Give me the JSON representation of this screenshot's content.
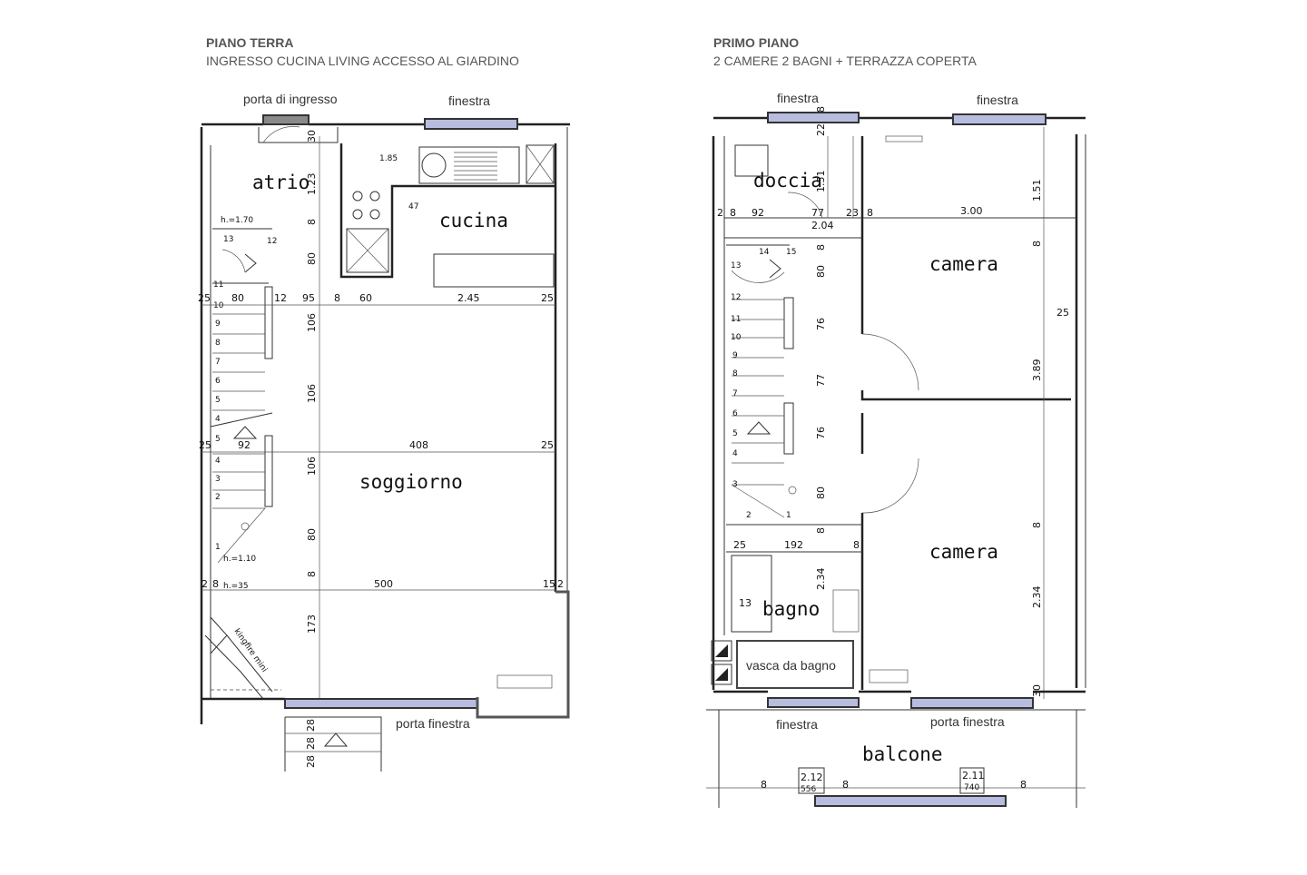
{
  "ground_floor": {
    "title": "PIANO TERRA",
    "subtitle": "INGRESSO CUCINA LIVING ACCESSO AL GIARDINO",
    "labels": {
      "entrance_door": "porta di ingresso",
      "window": "finestra",
      "french_window": "porta finestra",
      "stove": "kingfire mini"
    },
    "rooms": {
      "atrio": "atrio",
      "cucina": "cucina",
      "soggiorno": "soggiorno"
    },
    "dimensions": {
      "h1": "80",
      "h2": "12",
      "h3": "95",
      "h4": "8",
      "h5": "60",
      "h6": "2.45",
      "h7": "25",
      "h8": "25",
      "m1": "25",
      "m2": "92",
      "m3": "408",
      "m4": "25",
      "b1": "2",
      "b2": "8",
      "b3": "500",
      "b4": "15",
      "b5": "2",
      "v1": "30",
      "v2": "1.23",
      "v3": "8",
      "v4": "80",
      "v5": "106",
      "v6": "106",
      "v7": "106",
      "v8": "80",
      "v9": "8",
      "v10": "173",
      "s1": "28",
      "s2": "28",
      "s3": "28",
      "hgt1": "h.=1.70",
      "hgt2": "h.=1.10",
      "hgt3": "h.=35",
      "k1": "1.85",
      "k2": "47"
    },
    "steps": [
      "13",
      "12",
      "11",
      "10",
      "9",
      "8",
      "7",
      "6",
      "5",
      "4",
      "5",
      "4",
      "3",
      "2",
      "1"
    ]
  },
  "first_floor": {
    "title": "PRIMO PIANO",
    "subtitle": " 2 CAMERE 2 BAGNI + TERRAZZA COPERTA",
    "labels": {
      "window_left": "finestra",
      "window_right": "finestra",
      "window_bottom": "finestra",
      "french_window": "porta finestra",
      "bathtub": "vasca da bagno"
    },
    "rooms": {
      "doccia": "doccia",
      "camera_top": "camera",
      "camera_bottom": "camera",
      "bagno": "bagno",
      "balcone": "balcone"
    },
    "dimensions": {
      "t1": "2",
      "t2": "8",
      "t3": "92",
      "t4": "77",
      "t5": "23",
      "t6": "8",
      "t7": "3.00",
      "t8": "2.04",
      "v1": "22",
      "v2": "8",
      "v3": "1.51",
      "v4": "8",
      "v5": "80",
      "v6": "76",
      "v7": "77",
      "v8": "76",
      "v9": "80",
      "v10": "8",
      "v11": "2.34",
      "r1": "1.51",
      "r2": "8",
      "r3": "25",
      "r4": "3.89",
      "r5": "8",
      "r6": "2.34",
      "r7": "30",
      "c1": "25",
      "c2": "192",
      "c3": "8",
      "c4": "13",
      "bal1": "8",
      "bal2": "2.12",
      "bal3": "556",
      "bal4": "8",
      "bal5": "2.11",
      "bal6": "740",
      "bal7": "8"
    },
    "steps": [
      "14",
      "15",
      "13",
      "12",
      "11",
      "10",
      "9",
      "8",
      "7",
      "6",
      "5",
      "4",
      "3",
      "2",
      "1"
    ]
  },
  "colors": {
    "window_fill": "#b8bde0",
    "door_fill": "#8a8a8a",
    "wall": "#222222"
  }
}
